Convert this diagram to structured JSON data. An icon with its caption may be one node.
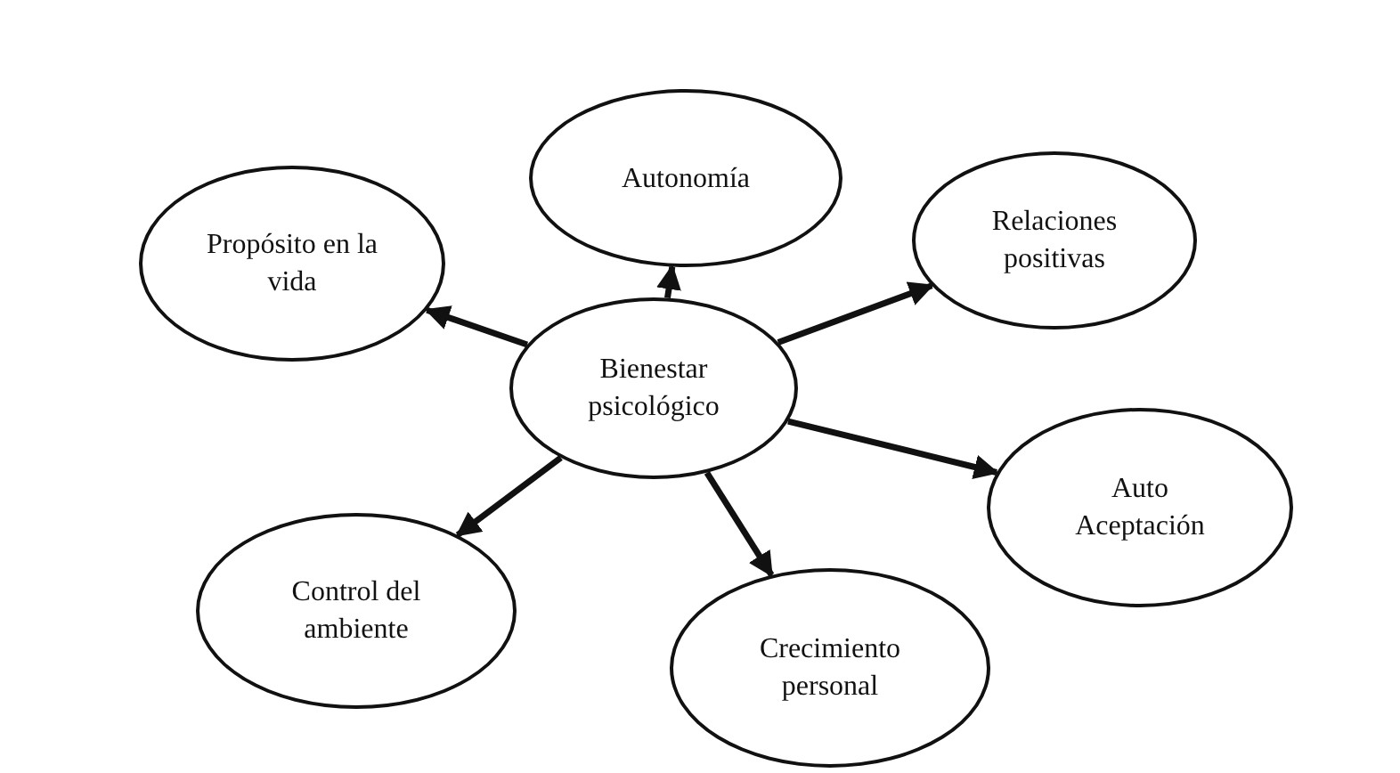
{
  "diagram": {
    "nodes": [
      {
        "text": [
          "Autonomía"
        ]
      },
      {
        "text": [
          "Relaciones positivas"
        ]
      },
      {
        "text": [
          "Propósito en la vida"
        ]
      },
      {
        "text": [
          "Bienestar psicológico"
        ]
      },
      {
        "text": [
          "Auto Aceptación"
        ]
      },
      {
        "text": [
          "Control del ambiente"
        ]
      },
      {
        "text": [
          "Crecimiento personal"
        ]
      }
    ],
    "edges": [
      {
        "from": 3,
        "to": 0,
        "arrow": "to"
      },
      {
        "from": 3,
        "to": 1,
        "arrow": "to"
      },
      {
        "from": 3,
        "to": 2,
        "arrow": "to"
      },
      {
        "from": 3,
        "to": 4,
        "arrow": "to"
      },
      {
        "from": 3,
        "to": 5,
        "arrow": "to"
      },
      {
        "from": 3,
        "to": 6,
        "arrow": "to"
      }
    ]
  }
}
